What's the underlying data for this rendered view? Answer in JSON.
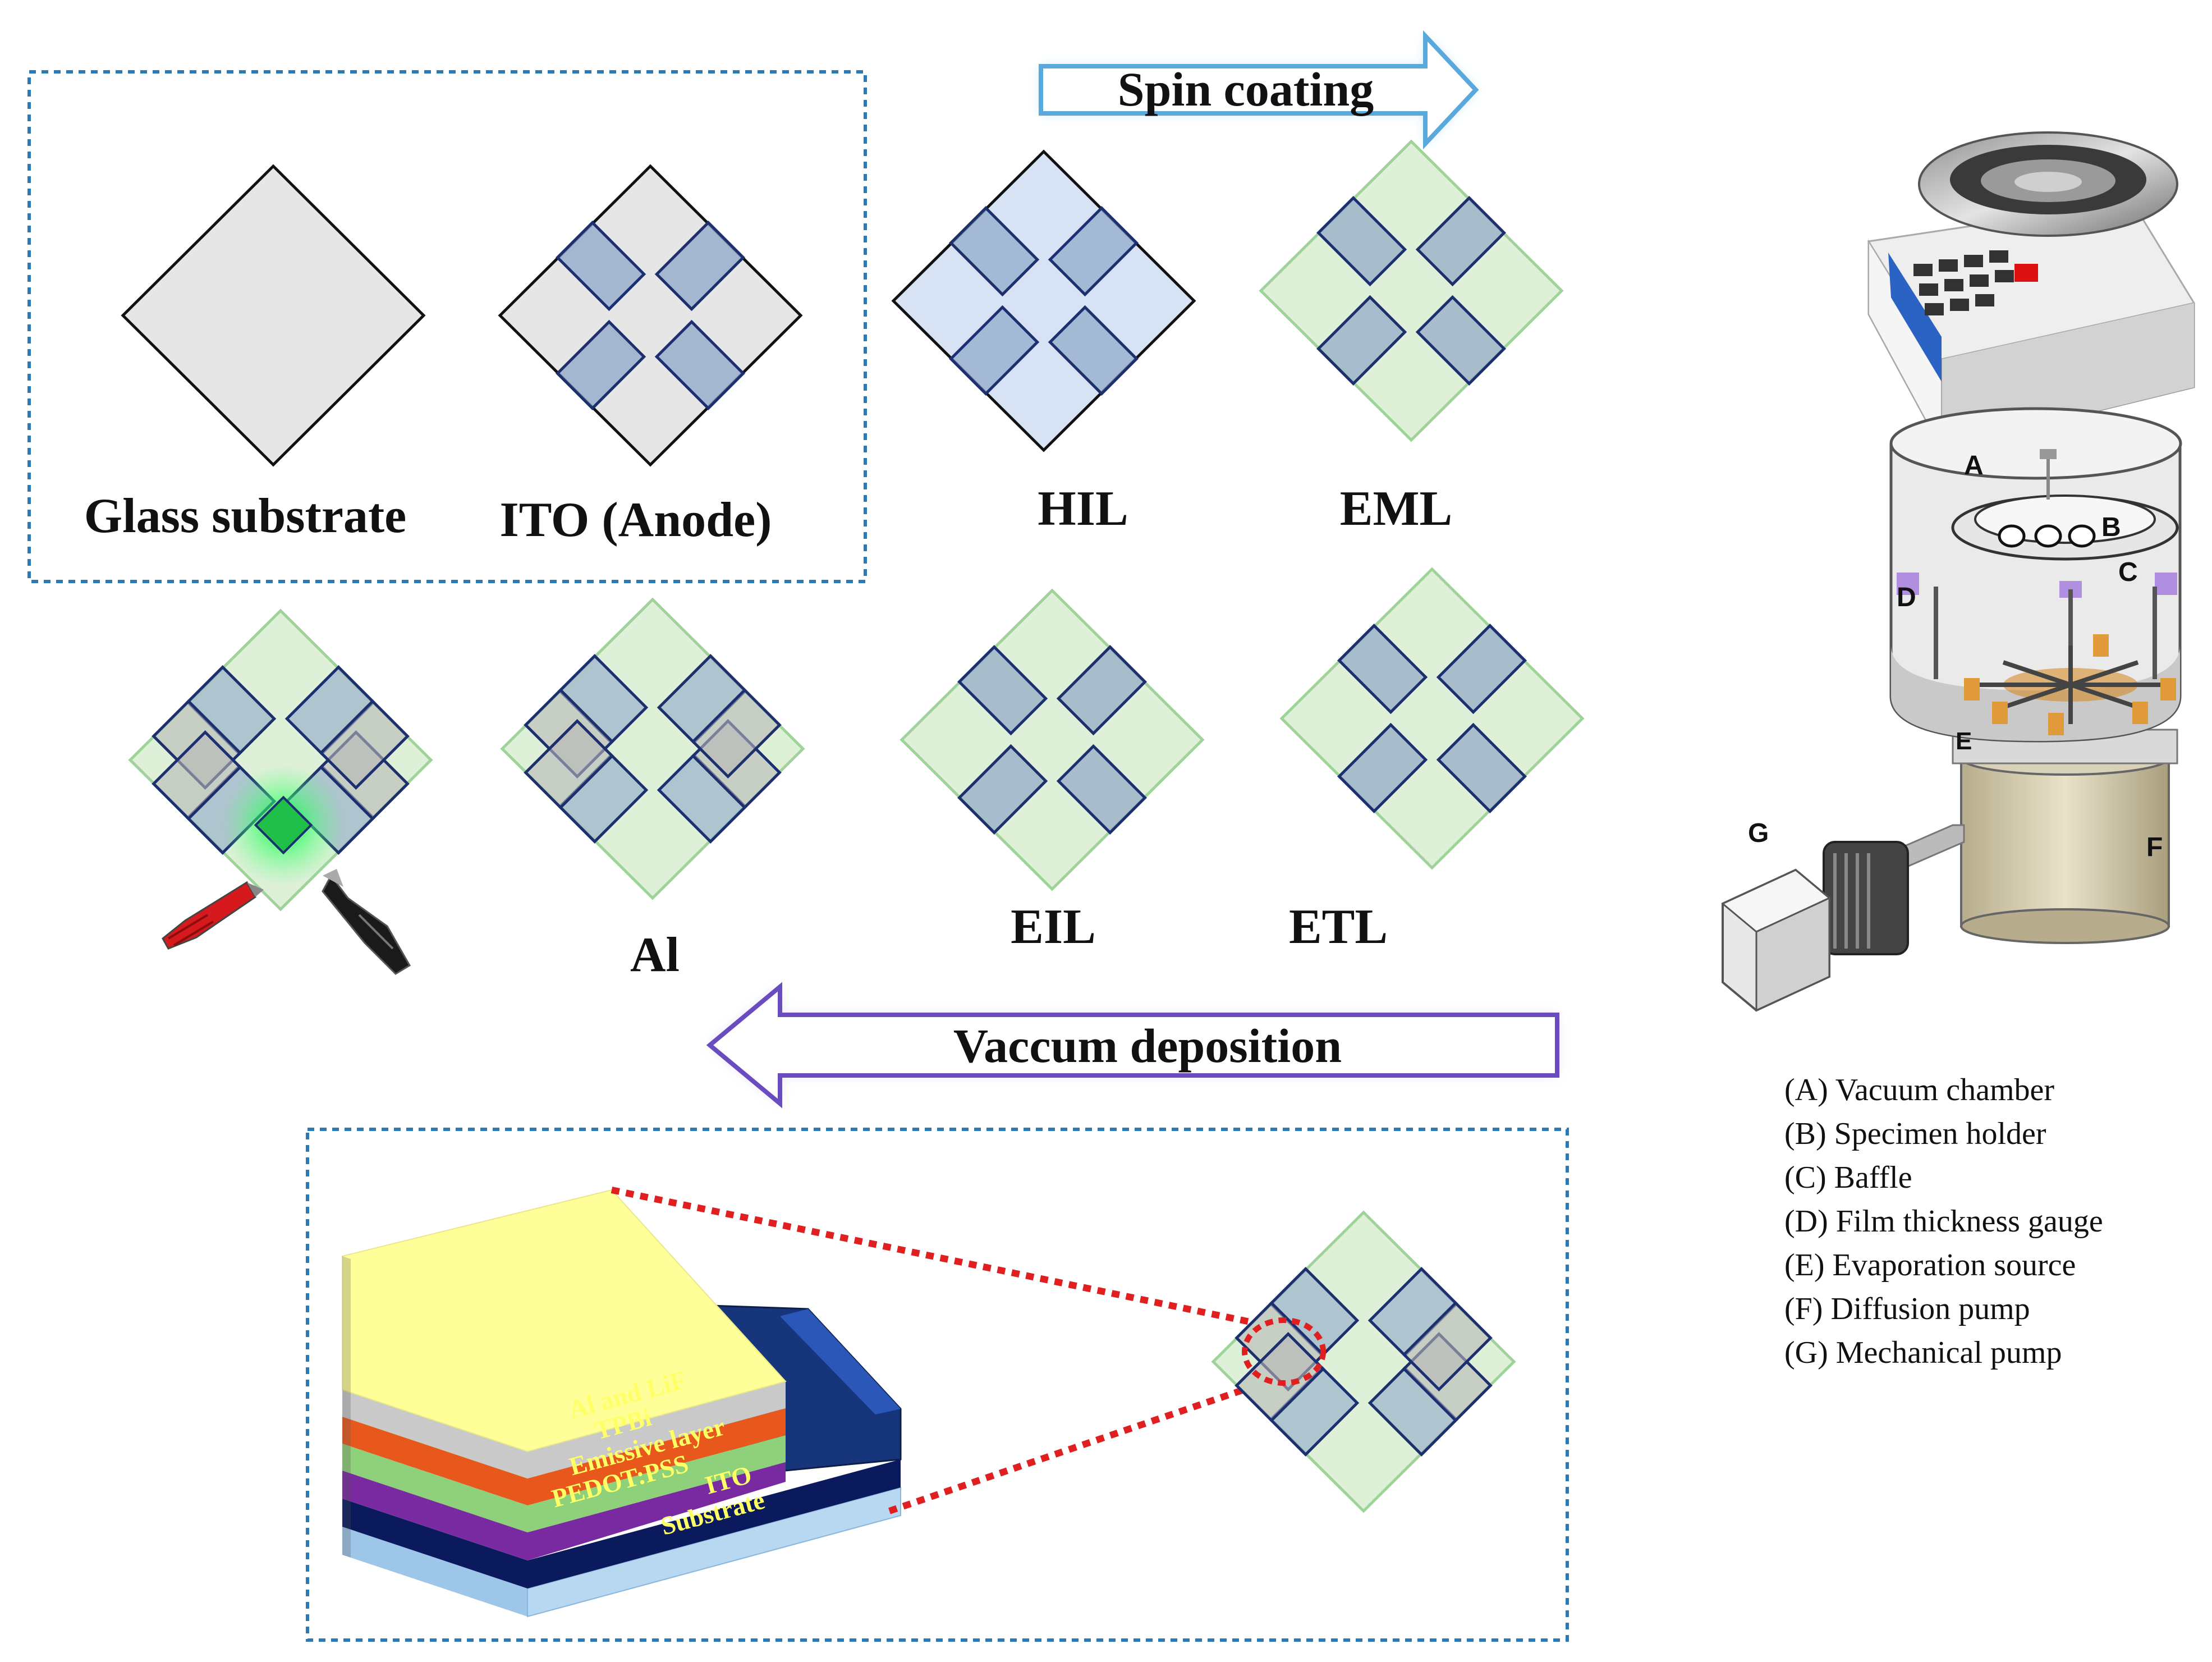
{
  "arrows": {
    "spin": {
      "label": "Spin coating"
    },
    "vac": {
      "label": "Vaccum deposition"
    }
  },
  "steps": {
    "glass": {
      "label": "Glass substrate"
    },
    "ito": {
      "label": "ITO (Anode)"
    },
    "hil": {
      "label": "HIL"
    },
    "eml": {
      "label": "EML"
    },
    "etl": {
      "label": "ETL"
    },
    "eil": {
      "label": "EIL"
    },
    "al": {
      "label": "Al"
    }
  },
  "stack": {
    "layers": [
      {
        "label": "Al and LiF",
        "color": "#c9c9c9",
        "text_color": "#ffff66"
      },
      {
        "label": "TPBi",
        "color": "#e8581c",
        "text_color": "#ffff66"
      },
      {
        "label": "Emissive layer",
        "color": "#8fd17a",
        "text_color": "#ffff66"
      },
      {
        "label": "PEDOT:PSS",
        "color": "#7a2aa0",
        "text_color": "#ffff66"
      },
      {
        "label": "ITO",
        "color": "#0b1a5c",
        "text_color": "#ffff66"
      },
      {
        "label": "Substrate",
        "color": "#9ec6e8",
        "text_color": "#ffff66"
      }
    ]
  },
  "chamber": {
    "markers": {
      "a": "A",
      "b": "B",
      "c": "C",
      "d": "D",
      "e": "E",
      "f": "F",
      "g": "G"
    },
    "legend": [
      "(A) Vacuum chamber",
      "(B) Specimen holder",
      "(C) Baffle",
      "(D) Film thickness gauge",
      "(E) Evaporation source",
      "(F) Diffusion pump",
      "(G) Mechanical pump"
    ]
  },
  "colors": {
    "substrate_gray": "#e6e6e6",
    "hil_blue": "#d7e3f5",
    "green_layer": "#dff0d8",
    "ito_strip": "#8ea6c8",
    "strip_border": "#1c2f6e",
    "dotted_box": "#2a7ab8",
    "arrow_blue": "#6fb8e8",
    "arrow_purple": "#6a4cc0",
    "zoom_line": "#e02020"
  }
}
